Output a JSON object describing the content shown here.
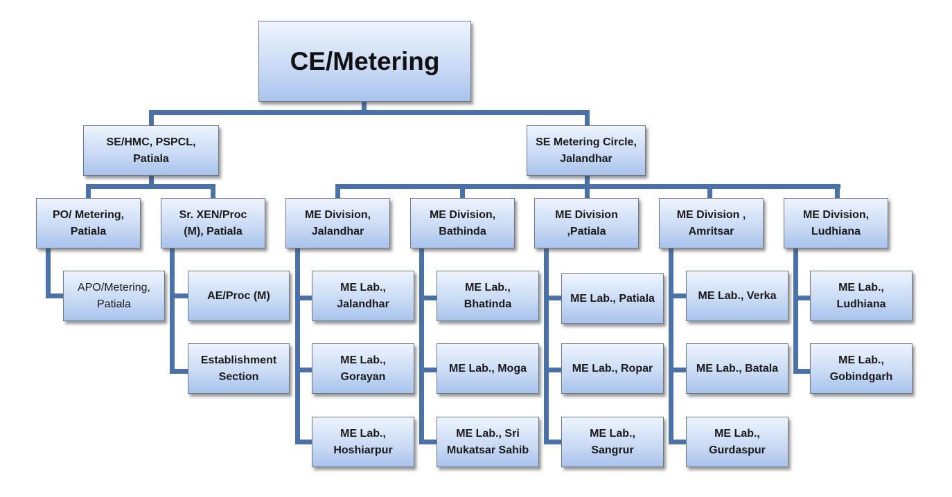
{
  "chart_title": "",
  "root": "CE/Metering",
  "branches": {
    "hmc": {
      "label": "SE/HMC, PSPCL,\nPatiala",
      "po": {
        "label": "PO/ Metering,\nPatiala",
        "children": [
          "APO/Metering,\nPatiala"
        ]
      },
      "xen": {
        "label": "Sr. XEN/Proc\n(M), Patiala",
        "children": [
          "AE/Proc (M)",
          "Establishment\nSection"
        ]
      }
    },
    "circle": {
      "label": "SE Metering Circle,\nJalandhar",
      "divisions": [
        {
          "label": "ME Division,\nJalandhar",
          "labs": [
            "ME Lab.,\nJalandhar",
            "ME Lab.,\nGorayan",
            "ME Lab.,\nHoshiarpur"
          ]
        },
        {
          "label": "ME Division,\nBathinda",
          "labs": [
            "ME Lab.,\nBhatinda",
            "ME Lab., Moga",
            "ME Lab.,  Sri\nMukatsar Sahib"
          ]
        },
        {
          "label": "ME Division\n,Patiala",
          "labs": [
            "ME Lab., Patiala",
            "ME Lab., Ropar",
            "ME Lab.,\nSangrur"
          ]
        },
        {
          "label": "ME Division ,\nAmritsar",
          "labs": [
            "ME Lab., Verka",
            "ME Lab., Batala",
            "ME Lab.,\nGurdaspur"
          ]
        },
        {
          "label": "ME Division,\nLudhiana",
          "labs": [
            "ME Lab.,\nLudhiana",
            "ME Lab.,\nGobindgarh"
          ]
        }
      ]
    }
  },
  "colors": {
    "connector": "#4a72a8",
    "box_top": "#eef4fd",
    "box_bottom": "#a9c3ec",
    "border": "#707784"
  }
}
